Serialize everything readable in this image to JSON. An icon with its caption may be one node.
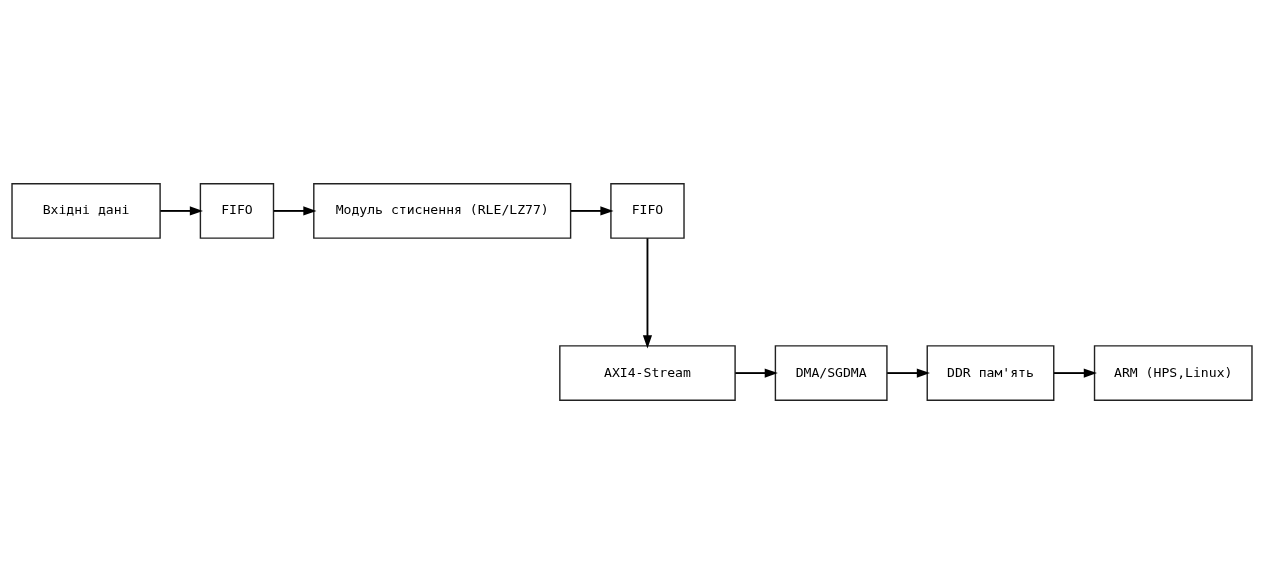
{
  "diagram": {
    "nodes": [
      {
        "text": [
          "Вхідні дані"
        ]
      },
      {
        "text": [
          "FIFO"
        ]
      },
      {
        "text": [
          "Модуль стиснення (RLE/LZ77)"
        ]
      },
      {
        "text": [
          "FIFO"
        ]
      },
      {
        "text": [
          "AXI4-Stream"
        ]
      },
      {
        "text": [
          "DMA/SGDMA"
        ]
      },
      {
        "text": [
          "DDR пам'ять"
        ]
      },
      {
        "text": [
          "ARM (HPS,Linux)"
        ]
      }
    ],
    "edges": [
      {
        "from": 0,
        "to": 1,
        "arrow": "to"
      },
      {
        "from": 1,
        "to": 2,
        "arrow": "to"
      },
      {
        "from": 2,
        "to": 3,
        "arrow": "to"
      },
      {
        "from": 3,
        "to": 4,
        "arrow": "to"
      },
      {
        "from": 4,
        "to": 5,
        "arrow": "to"
      },
      {
        "from": 5,
        "to": 6,
        "arrow": "to"
      },
      {
        "from": 6,
        "to": 7,
        "arrow": "to"
      }
    ]
  }
}
